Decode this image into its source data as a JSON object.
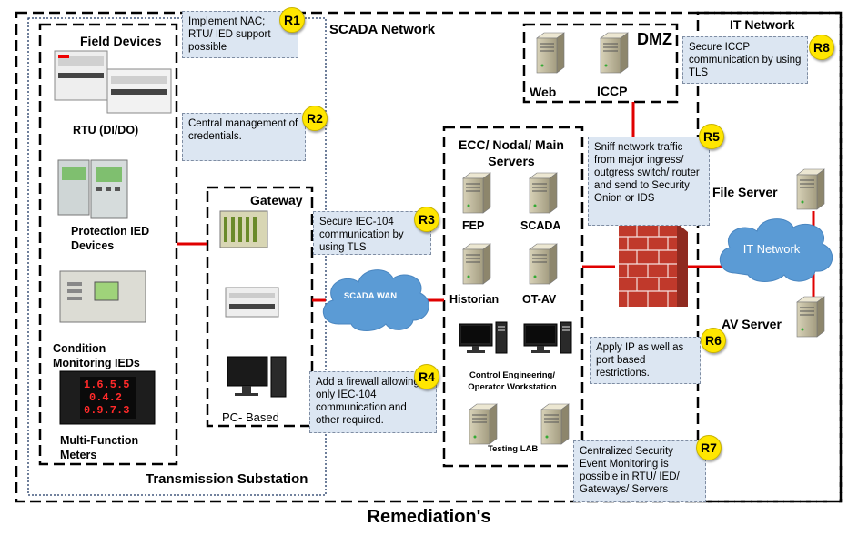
{
  "title": "Remediation's",
  "zones": {
    "scada_network": "SCADA Network",
    "it_network": "IT Network",
    "dmz": "DMZ",
    "transmission_substation": "Transmission Substation",
    "field_devices": "Field Devices",
    "gateway": "Gateway",
    "ecc": "ECC/ Nodal/ Main Servers"
  },
  "field_devices": {
    "rtu": "RTU (DI/DO)",
    "protection_ied": "Protection IED Devices",
    "condition_monitoring": "Condition Monitoring IEDs",
    "multifunction_meters": "Multi-Function Meters"
  },
  "gateway_items": {
    "pc_based": "PC- Based"
  },
  "dmz_servers": {
    "web": "Web",
    "iccp": "ICCP"
  },
  "ecc_servers": {
    "fep": "FEP",
    "scada": "SCADA",
    "historian": "Historian",
    "ot_av": "OT-AV",
    "workstation": "Control Engineering/ Operator Workstation",
    "testing_lab": "Testing LAB"
  },
  "clouds": {
    "scada_wan": "SCADA WAN",
    "it_network": "IT Network"
  },
  "it_servers": {
    "file_server": "File Server",
    "av_server": "AV Server"
  },
  "meter_readout": [
    "1.6.5.5",
    "0.4.2",
    "0.9.7.3"
  ],
  "remediations": [
    {
      "id": "R1",
      "text": "Implement NAC; RTU/ IED support possible"
    },
    {
      "id": "R2",
      "text": "Central management of credentials."
    },
    {
      "id": "R3",
      "text": "Secure IEC-104 communication by using TLS"
    },
    {
      "id": "R4",
      "text": "Add a firewall allowing only IEC-104 communication and other required."
    },
    {
      "id": "R5",
      "text": "Sniff network traffic from major ingress/ outgress switch/ router and send to Security Onion or IDS"
    },
    {
      "id": "R6",
      "text": "Apply IP as well as port based restrictions."
    },
    {
      "id": "R7",
      "text": "Centralized Security Event Monitoring is possible in RTU/ IED/ Gateways/ Servers"
    },
    {
      "id": "R8",
      "text": "Secure ICCP communication by using TLS"
    }
  ],
  "colors": {
    "link": "#e00000",
    "note_fill": "#dce6f2",
    "badge": "#ffe600",
    "cloud": "#5b9bd5",
    "firewall": "#c0392b"
  }
}
